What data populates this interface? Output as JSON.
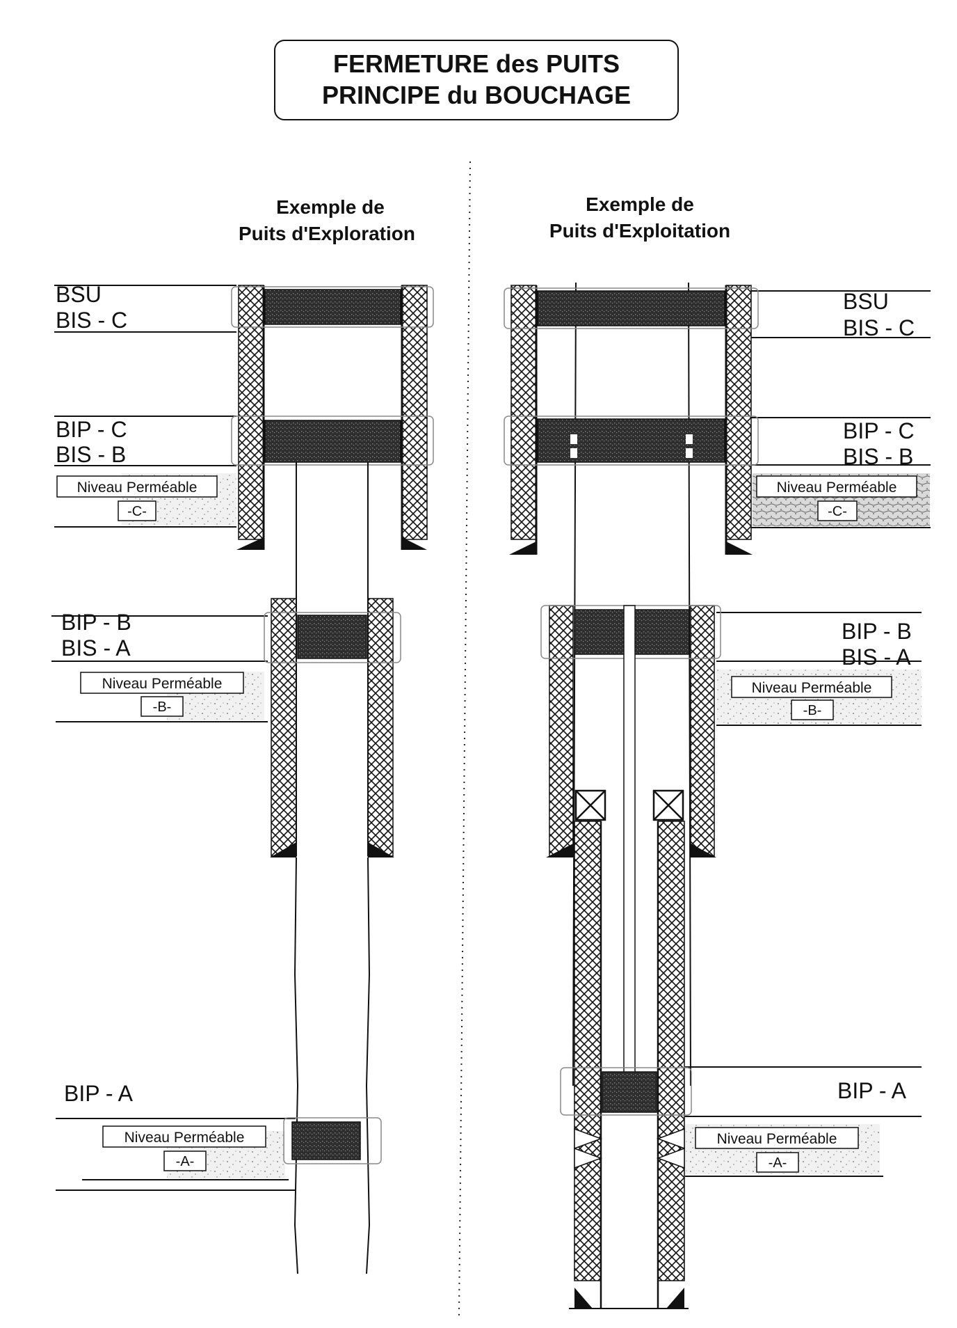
{
  "title": {
    "line1": "FERMETURE des PUITS",
    "line2": "PRINCIPE du BOUCHAGE"
  },
  "left_panel": {
    "heading_line1": "Exemple de",
    "heading_line2": "Puits d'Exploration",
    "labels": {
      "bsu": "BSU",
      "bis_c": "BIS - C",
      "bip_c": "BIP - C",
      "bis_b": "BIS - B",
      "bip_b": "BIP - B",
      "bis_a": "BIS - A",
      "bip_a": "BIP - A"
    },
    "niveaux": [
      {
        "text": "Niveau Perméable",
        "tag": "-C-"
      },
      {
        "text": "Niveau Perméable",
        "tag": "-B-"
      },
      {
        "text": "Niveau Perméable",
        "tag": "-A-"
      }
    ]
  },
  "right_panel": {
    "heading_line1": "Exemple de",
    "heading_line2": "Puits d'Exploitation",
    "labels": {
      "bsu": "BSU",
      "bis_c": "BIS - C",
      "bip_c": "BIP - C",
      "bis_b": "BIS - B",
      "bip_b": "BIP - B",
      "bis_a": "BIS - A",
      "bip_a": "BIP - A"
    },
    "niveaux": [
      {
        "text": "Niveau Perméable",
        "tag": "-C-"
      },
      {
        "text": "Niveau Perméable",
        "tag": "-B-"
      },
      {
        "text": "Niveau Perméable",
        "tag": "-A-"
      }
    ]
  },
  "colors": {
    "ink": "#111111",
    "plug": "#333333",
    "sand": "#e6e6e6"
  },
  "icons": [
    "crosshatch-cement",
    "casing-shoe",
    "packer-box",
    "perforation-triangles"
  ]
}
